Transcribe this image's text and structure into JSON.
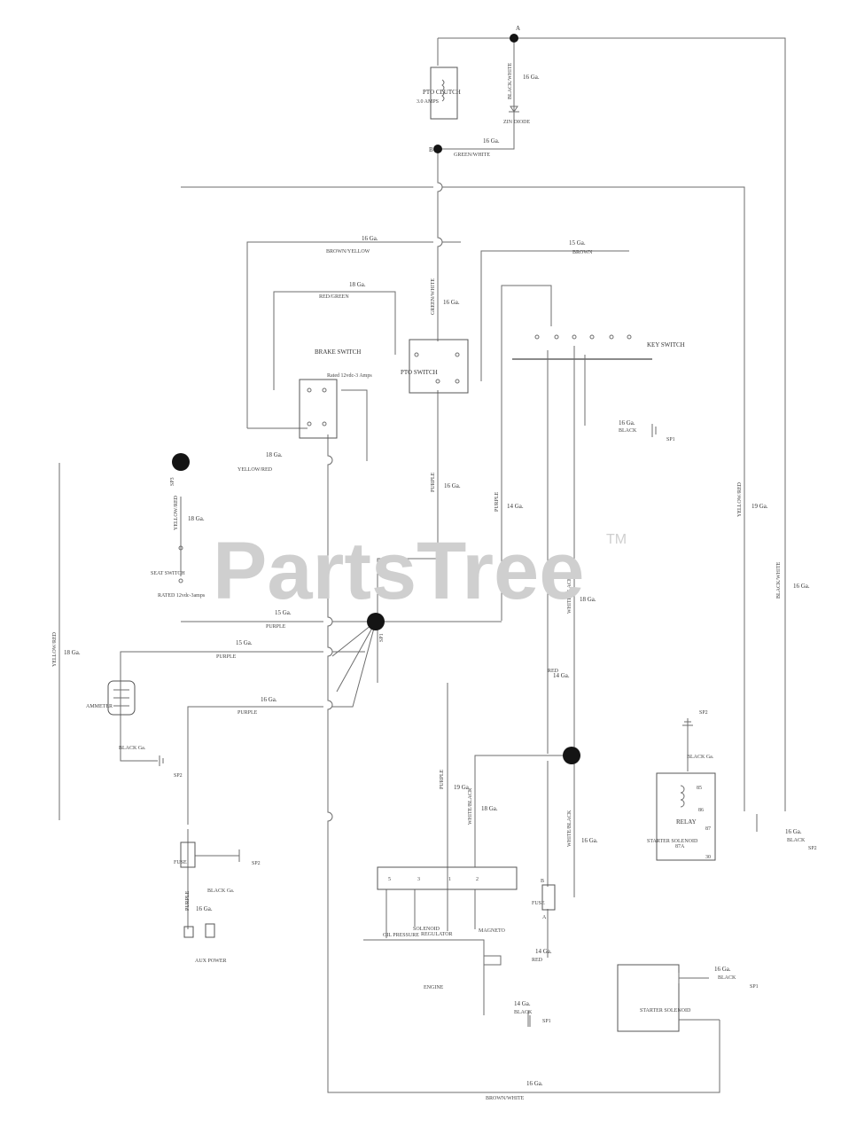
{
  "watermark": {
    "text": "PartsTree",
    "tm": "TM"
  },
  "labels": {
    "node_a": "A",
    "node_b": "B",
    "pto_clutch_name": "PTO CLUTCH",
    "pto_clutch_rating": "3.0 AMPS",
    "black_white_top": "BLACK/WHITE",
    "ga16_top_right": "16 Ga.",
    "zin_diode": "ZIN DIODE",
    "green_white_top": "GREEN/WHITE",
    "ga16_b": "16 Ga.",
    "brown_yellow": "BROWN/YELLOW",
    "ga16_brown_yellow": "16 Ga.",
    "brown": "BROWN",
    "ga15_brown": "15 Ga.",
    "red_green": "RED/GREEN",
    "ga18_red_green": "18 Ga.",
    "green_white_mid": "GREEN/WHITE",
    "ga16_green_white": "16 Ga.",
    "brake_switch": "BRAKE SWITCH",
    "brake_rating": "Rated 12vdc-3 Amps",
    "pto_switch": "PTO SWITCH",
    "key_switch": "KEY SWITCH",
    "ga16_key_black": "16 Ga.",
    "black_key": "BLACK",
    "sp1_key": "SP1",
    "yellow_red_brake": "YELLOW/RED",
    "ga18_yellow_red": "18 Ga.",
    "sp3": "SP3",
    "yellow_red_seat": "YELLOW/RED",
    "ga18_seat": "18 Ga.",
    "seat_switch": "SEAT SWITCH",
    "seat_rated": "RATED 12vdc-3amps",
    "purple_pto": "PURPLE",
    "ga16_purple_pto": "16 Ga.",
    "purple_key": "PURPLE",
    "ga14_purple_key": "14 Ga.",
    "yellow_red_right": "YELLOW/RED",
    "ga19_right": "19 Ga.",
    "black_white_right": "BLACK/WHITE",
    "ga16_right_edge": "16 Ga.",
    "ga15_purple": "15 Ga.",
    "purple_h1": "PURPLE",
    "sp1_center": "SP1",
    "ga15_purple2": "15 Ga.",
    "purple_h2": "PURPLE",
    "yellow_red_left": "YELLOW/RED",
    "ga18_left": "18 Ga.",
    "ga16_purple3": "16 Ga.",
    "purple_h3": "PURPLE",
    "white_black_key": "WHITE/BLACK",
    "ga18_white_black": "18 Ga.",
    "red_key": "RED",
    "ga14_red": "14 Ga.",
    "ammeter": "AMMETER",
    "black_ga_amm": "BLACK Ga.",
    "sp2_amm": "SP2",
    "sp2_relay": "SP2",
    "black_ga_relay": "BLACK Ga.",
    "relay": "RELAY",
    "starter_solenoid_relay": "STARTER SOLENOID",
    "relay_85": "85",
    "relay_86": "86",
    "relay_87": "87",
    "relay_87a": "87A",
    "relay_30": "30",
    "ga16_relay_black": "16 Ga.",
    "black_relay": "BLACK",
    "sp2_right": "SP2",
    "fuse_left": "FUSE",
    "sp2_fuse": "SP2",
    "black_ga_fuse": "BLACK Ga.",
    "purple_fuse": "PURPLE",
    "ga16_fuse": "16 Ga.",
    "aux_power": "AUX POWER",
    "purple_engine": "PURPLE",
    "white_black_engine": "WHITE/BLACK",
    "ga19_engine": "19 Ga.",
    "ga18_engine": "18 Ga.",
    "white_black_lower": "WHITE/BLACK",
    "ga16_lower": "16 Ga.",
    "conn_5": "5",
    "conn_3": "3",
    "conn_1": "1",
    "conn_2": "2",
    "oil_pressure": "OIL PRESSURE",
    "solenoid": "SOLENOID",
    "regulator": "REGULATOR",
    "magneto": "MAGNETO",
    "engine": "ENGINE",
    "fuse_right": "FUSE",
    "fuse_b": "B",
    "fuse_a": "A",
    "ga14_red_fuse": "14 Ga.",
    "red_fuse": "RED",
    "ga14_black": "14 Ga.",
    "black_bottom": "BLACK",
    "sp1_bottom": "SP1",
    "starter_solenoid": "STARTER SOLENOID",
    "ga16_starter": "16 Ga.",
    "black_starter": "BLACK",
    "sp1_starter": "SP1",
    "ga16_bottom": "16 Ga.",
    "brown_white": "BROWN/WHITE"
  }
}
